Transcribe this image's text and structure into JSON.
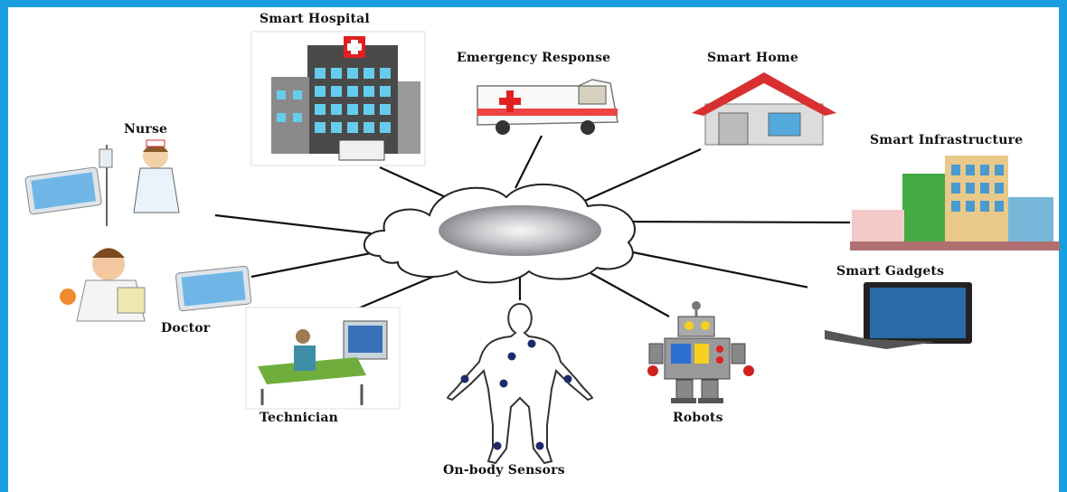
{
  "diagram": {
    "nodes": {
      "smart_hospital": "Smart Hospital",
      "emergency_response": "Emergency Response",
      "smart_home": "Smart Home",
      "smart_infrastructure": "Smart Infrastructure",
      "smart_gadgets": "Smart Gadgets",
      "nurse": "Nurse",
      "doctor": "Doctor",
      "technician": "Technician",
      "on_body_sensors": "On-body Sensors",
      "robots": "Robots"
    },
    "hub": "cloud",
    "edges": [
      "smart_hospital",
      "emergency_response",
      "smart_home",
      "smart_infrastructure",
      "smart_gadgets",
      "robots",
      "on_body_sensors",
      "technician",
      "doctor",
      "nurse"
    ],
    "colors": {
      "frame": "#1a9ee0",
      "edge": "#111111",
      "hospital_cross": "#e02020",
      "home_roof": "#d83030"
    },
    "icons": [
      "cloud-icon",
      "hospital-icon",
      "ambulance-icon",
      "house-icon",
      "buildings-icon",
      "laptop-icon",
      "nurse-icon",
      "tablet-icon",
      "doctor-icon",
      "technician-icon",
      "human-body-icon",
      "robot-icon"
    ]
  }
}
